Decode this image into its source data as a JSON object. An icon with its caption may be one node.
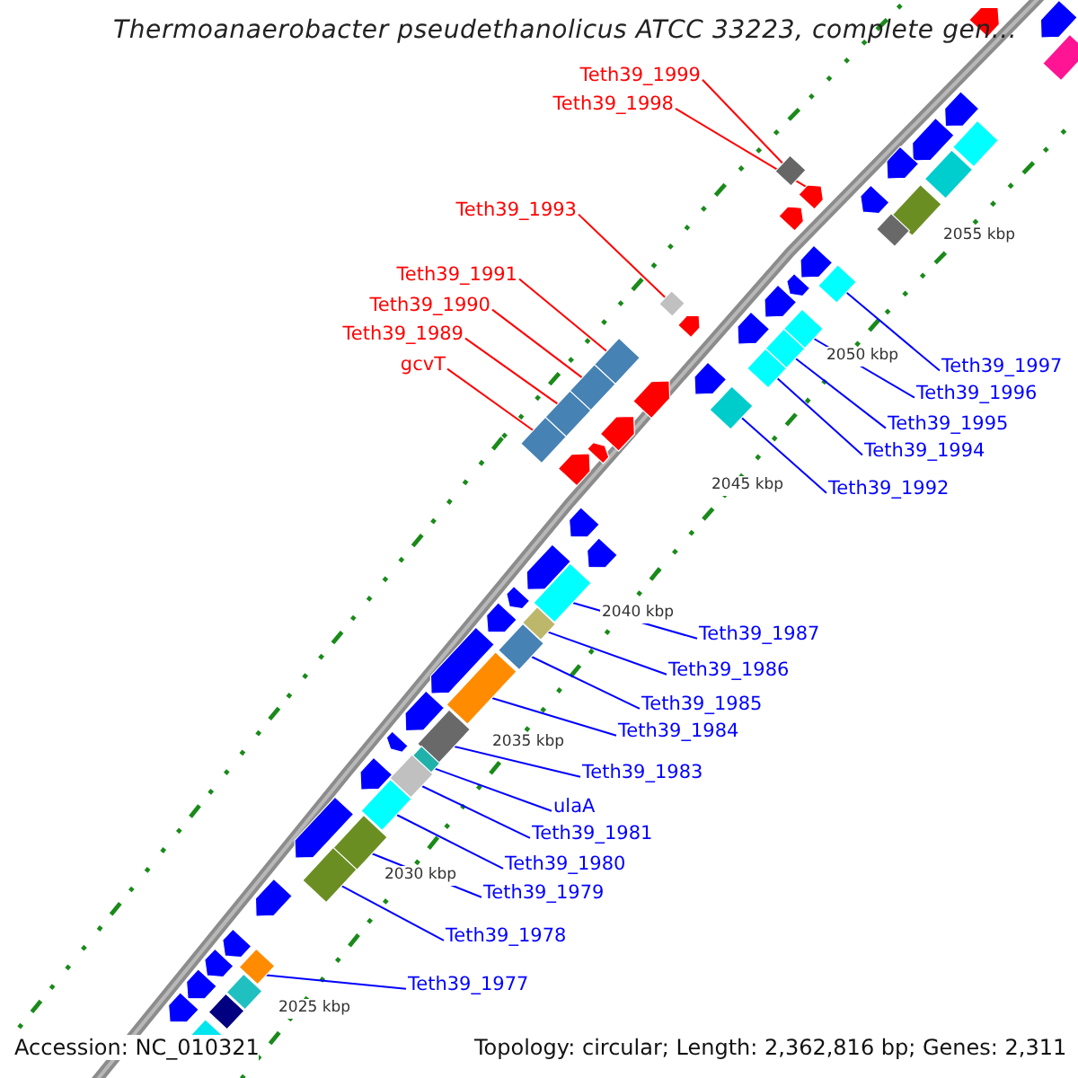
{
  "diagram": {
    "title": "Thermoanaerobacter pseudethanolicus ATCC 33223, complete gen...",
    "nodes": [
      {
        "text": [
          "Teth39_1999"
        ]
      },
      {
        "text": [
          "Teth39_1998"
        ]
      },
      {
        "text": [
          "Teth39_1993"
        ]
      },
      {
        "text": [
          "Teth39_1991"
        ]
      },
      {
        "text": [
          "Teth39_1990"
        ]
      },
      {
        "text": [
          "Teth39_1989"
        ]
      },
      {
        "text": [
          "gcvT"
        ]
      },
      {
        "text": [
          "Teth39_1997"
        ]
      },
      {
        "text": [
          "Teth39_1996"
        ]
      },
      {
        "text": [
          "Teth39_1995"
        ]
      },
      {
        "text": [
          "Teth39_1994"
        ]
      },
      {
        "text": [
          "Teth39_1992"
        ]
      },
      {
        "text": [
          "Teth39_1987"
        ]
      },
      {
        "text": [
          "Teth39_1986"
        ]
      },
      {
        "text": [
          "Teth39_1985"
        ]
      },
      {
        "text": [
          "Teth39_1984"
        ]
      },
      {
        "text": [
          "Teth39_1983"
        ]
      },
      {
        "text": [
          "ulaA"
        ]
      },
      {
        "text": [
          "Teth39_1981"
        ]
      },
      {
        "text": [
          "Teth39_1980"
        ]
      },
      {
        "text": [
          "Teth39_1979"
        ]
      },
      {
        "text": [
          "Teth39_1978"
        ]
      },
      {
        "text": [
          "Teth39_1977"
        ]
      },
      {
        "text": [],
        "shape": "diamond"
      },
      {
        "text": [],
        "shape": "arrow"
      },
      {
        "text": [],
        "shape": "diamond"
      },
      {
        "text": [],
        "shape": "diamond"
      },
      {
        "text": [],
        "shape": "diamond"
      },
      {
        "text": [],
        "shape": "diamond"
      },
      {
        "text": [],
        "shape": "diamond"
      },
      {
        "text": [],
        "shape": "diamond"
      },
      {
        "text": [],
        "shape": "diamond"
      },
      {
        "text": [],
        "shape": "diamond"
      },
      {
        "text": [],
        "shape": "diamond"
      },
      {
        "text": [],
        "shape": "diamond"
      },
      {
        "text": [],
        "shape": "box"
      },
      {
        "text": [],
        "shape": "diamond"
      },
      {
        "text": [],
        "shape": "diamond"
      },
      {
        "text": [],
        "shape": "box"
      },
      {
        "text": [],
        "shape": "box"
      },
      {
        "text": [],
        "shape": "diamond"
      },
      {
        "text": [],
        "shape": "diamond"
      },
      {
        "text": [],
        "shape": "diamond"
      },
      {
        "text": [],
        "shape": "diamond"
      },
      {
        "text": [],
        "shape": "diamond"
      },
      {
        "text": [],
        "shape": "diamond"
      }
    ],
    "edges": [
      {
        "from": 0,
        "to": 23,
        "arrow": "none",
        "color": "#ff0000"
      },
      {
        "from": 1,
        "to": 24,
        "arrow": "none",
        "color": "#ff0000"
      },
      {
        "from": 2,
        "to": 25,
        "arrow": "none",
        "color": "#ff0000"
      },
      {
        "from": 3,
        "to": 26,
        "arrow": "none",
        "color": "#ff0000"
      },
      {
        "from": 4,
        "to": 27,
        "arrow": "none",
        "color": "#ff0000"
      },
      {
        "from": 5,
        "to": 28,
        "arrow": "none",
        "color": "#ff0000"
      },
      {
        "from": 6,
        "to": 29,
        "arrow": "none",
        "color": "#ff0000"
      },
      {
        "from": 7,
        "to": 30,
        "arrow": "none"
      },
      {
        "from": 8,
        "to": 31,
        "arrow": "none"
      },
      {
        "from": 9,
        "to": 32,
        "arrow": "none"
      },
      {
        "from": 10,
        "to": 33,
        "arrow": "none"
      },
      {
        "from": 11,
        "to": 34,
        "arrow": "none"
      },
      {
        "from": 12,
        "to": 35,
        "arrow": "none"
      },
      {
        "from": 13,
        "to": 36,
        "arrow": "none"
      },
      {
        "from": 14,
        "to": 37,
        "arrow": "none"
      },
      {
        "from": 15,
        "to": 38,
        "arrow": "none"
      },
      {
        "from": 16,
        "to": 39,
        "arrow": "none"
      },
      {
        "from": 17,
        "to": 40,
        "arrow": "none"
      },
      {
        "from": 18,
        "to": 41,
        "arrow": "none"
      },
      {
        "from": 19,
        "to": 42,
        "arrow": "none"
      },
      {
        "from": 20,
        "to": 43,
        "arrow": "none"
      },
      {
        "from": 21,
        "to": 44,
        "arrow": "none"
      },
      {
        "from": 22,
        "to": 45,
        "arrow": "none"
      }
    ],
    "labels": [
      "2055 kbp",
      "2050 kbp",
      "2045 kbp",
      "2040 kbp",
      "2035 kbp",
      "2030 kbp",
      "2025 kbp",
      "Accession: NC_010321",
      "Topology: circular; Length: 2,362,816 bp; Genes: 2,311"
    ]
  }
}
